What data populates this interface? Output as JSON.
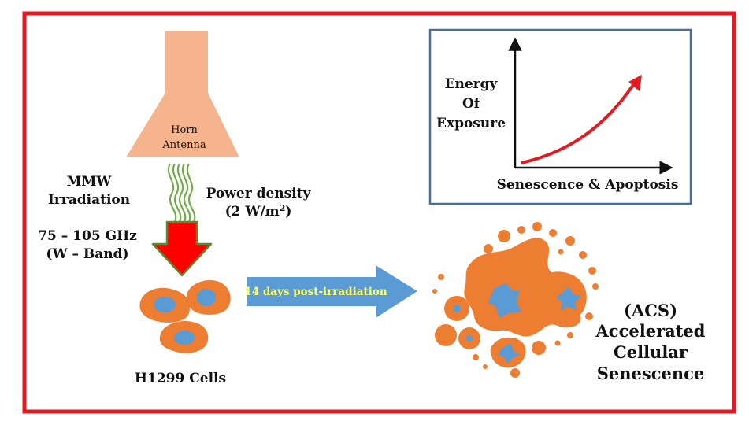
{
  "horn": {
    "line1": "Horn",
    "line2": "Antenna"
  },
  "mmw": {
    "line1": "MMW",
    "line2": "Irradiation"
  },
  "power": {
    "line1": "Power density",
    "line2_prefix": "(2 W/m",
    "line2_sup": "2",
    "line2_suffix": ")"
  },
  "frequency": {
    "line1": "75 – 105 GHz",
    "line2": "(W – Band)"
  },
  "cells_label": "H1299 Cells",
  "arrow_label": "14 days post-irradiation",
  "acs": {
    "line1": "(ACS)",
    "line2": "Accelerated",
    "line3": "Cellular",
    "line4": "Senescence"
  },
  "inset": {
    "ylabel": [
      "Energy",
      "Of",
      "Exposure"
    ],
    "xlabel": "Senescence & Apoptosis"
  },
  "colors": {
    "frame": "#e21b23",
    "horn": "#f6b48e",
    "waves": "#70ad47",
    "red_arrow": "#ff0000",
    "red_arrow_border": "#5a8a2a",
    "cell": "#ed7d31",
    "nucleus": "#5b9bd5",
    "blue_arrow": "#5b9bd5",
    "arrow_text": "#ffff66",
    "inset_border": "#41719c",
    "curve": "#e21b23"
  }
}
